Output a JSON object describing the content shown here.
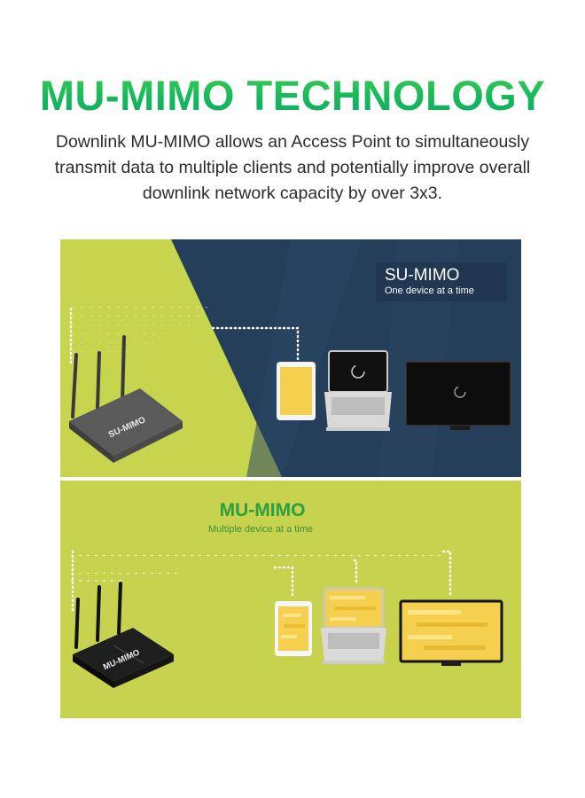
{
  "header": {
    "title": "MU-MIMO TECHNOLOGY",
    "description": "Downlink MU-MIMO allows an Access Point to simultaneously transmit data to multiple clients and potentially improve overall downlink network capacity by over 3x3."
  },
  "su_panel": {
    "title": "SU-MIMO",
    "subtitle": "One device at a time",
    "router_label": "SU-MIMO"
  },
  "mu_panel": {
    "title": "MU-MIMO",
    "subtitle": "Multiple device at a time",
    "router_label": "MU-MIMO"
  },
  "colors": {
    "headline_green": "#16b85c",
    "panel_lime": "#c6d54d",
    "panel_navy": "#253e5a",
    "mu_title_green": "#2f9e3e",
    "screen_yellow": "#f5d04e"
  }
}
